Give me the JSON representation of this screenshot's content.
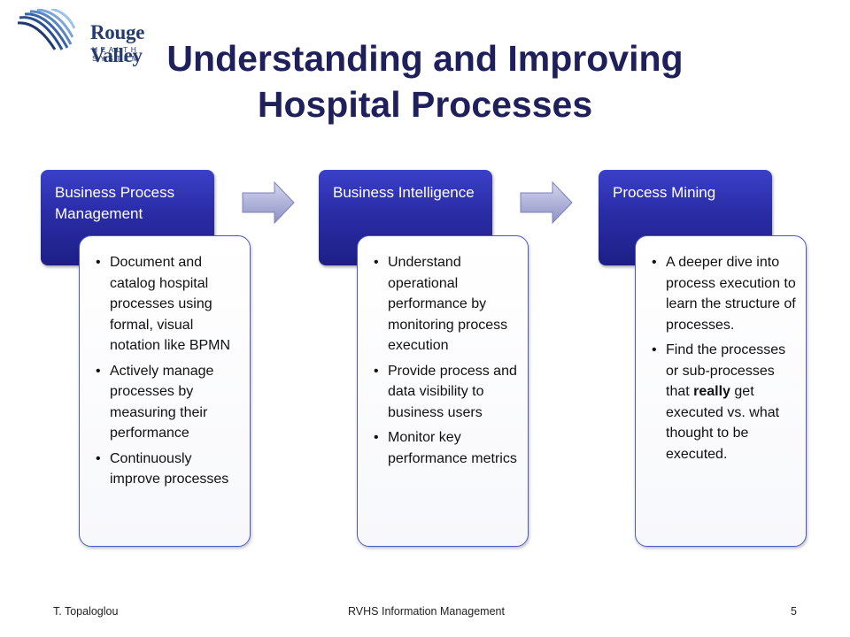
{
  "logo": {
    "name": "Rouge Valley",
    "tagline": "HEALTH SYSTEM"
  },
  "title": {
    "line1": "Understanding and Improving",
    "line2": "Hospital Processes"
  },
  "stages": [
    {
      "heading": "Business Process Management",
      "bullets": [
        "Document and catalog hospital processes using formal, visual notation like BPMN",
        "Actively manage processes by measuring their performance",
        "Continuously improve processes"
      ]
    },
    {
      "heading": "Business Intelligence",
      "bullets": [
        "Understand operational performance by monitoring process execution",
        "Provide process and data visibility to business users",
        "Monitor key performance metrics"
      ]
    },
    {
      "heading": "Process Mining",
      "bullets": [
        "A deeper dive into process execution to learn the structure of processes.",
        "Find the processes or sub-processes that",
        "really",
        "get executed vs. what thought to be executed."
      ]
    }
  ],
  "footer": {
    "author": "T. Topaloglou",
    "department": "RVHS Information Management",
    "page": "5"
  },
  "colors": {
    "heading_fill": "#2a2ca6",
    "card_border": "#4a58c8",
    "arrow_fill": "#a9acd6",
    "title_color": "#1f1f5c"
  }
}
